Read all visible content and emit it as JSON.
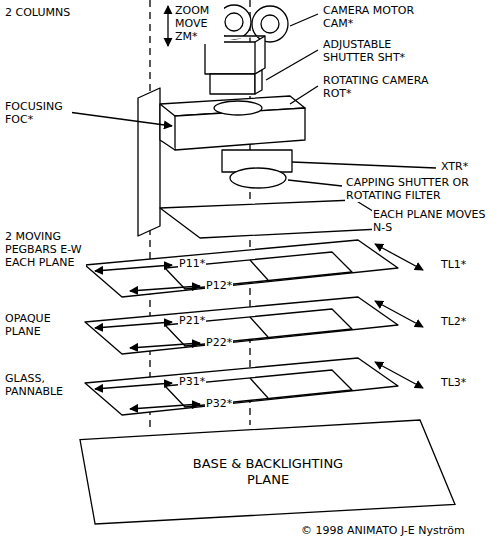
{
  "diagram": {
    "nodes": [
      {
        "text": [
          "BASE & BACKLIGHTING PLANE"
        ]
      }
    ],
    "labels": [
      "2 COLUMNS",
      "ZOOM MOVE ZM*",
      "CAMERA MOTOR CAM*",
      "ADJUSTABLE SHUTTER SHT*",
      "ROTATING CAMERA ROT*",
      "FOCUSING FOC*",
      "XTR*",
      "CAPPING SHUTTER OR ROTATING FILTER",
      "EACH PLANE MOVES N-S",
      "TL1*",
      "2 MOVING PEGBARS E-W EACH PLANE",
      "P11*",
      "P12*",
      "TL2*",
      "OPAQUE PLANE",
      "P21*",
      "P22*",
      "TL3*",
      "GLASS, PANNABLE",
      "P31*",
      "P32*",
      "© 1998 ANIMATO J-E Nyström"
    ]
  }
}
